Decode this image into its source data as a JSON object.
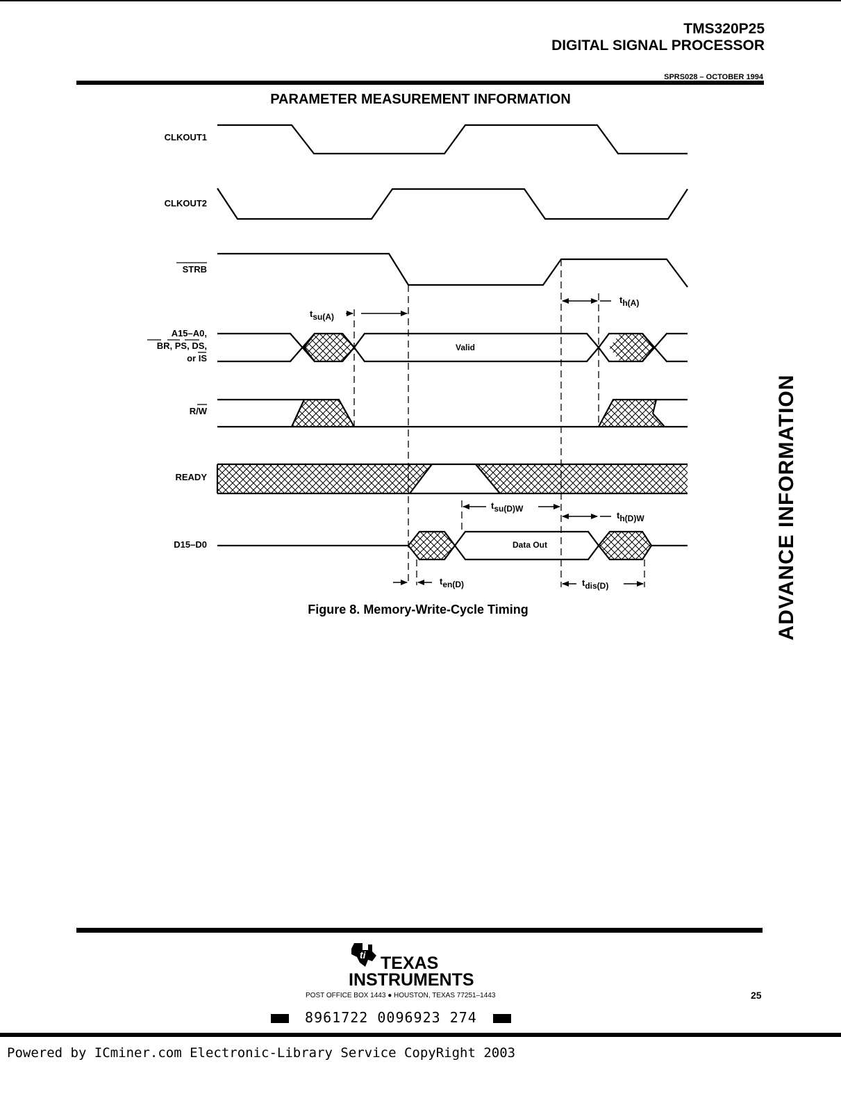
{
  "header": {
    "part_number": "TMS320P25",
    "product_name": "DIGITAL SIGNAL PROCESSOR",
    "doc_id": "SPRS028 – OCTOBER 1994"
  },
  "section_title": "PARAMETER MEASUREMENT INFORMATION",
  "side_banner": "ADVANCE INFORMATION",
  "timing_diagram": {
    "signals": [
      {
        "id": "clkout1",
        "label": "CLKOUT1"
      },
      {
        "id": "clkout2",
        "label": "CLKOUT2"
      },
      {
        "id": "strb",
        "label": "STRB",
        "overbar": true
      },
      {
        "id": "address",
        "label_lines": [
          "A15–A0,",
          "BR, PS, DS,",
          "or IS"
        ]
      },
      {
        "id": "rw",
        "label_prefix": "R/",
        "label_overbar": "W"
      },
      {
        "id": "ready",
        "label": "READY"
      },
      {
        "id": "data",
        "label": "D15–D0"
      }
    ],
    "address_state": "Valid",
    "data_state": "Data Out",
    "parameters": {
      "tsu_a": {
        "t": "t",
        "sub": "su(A)"
      },
      "th_a": {
        "t": "t",
        "sub": "h(A)"
      },
      "tsu_dw": {
        "t": "t",
        "sub": "su(D)W"
      },
      "th_dw": {
        "t": "t",
        "sub": "h(D)W"
      },
      "ten_d": {
        "t": "t",
        "sub": "en(D)"
      },
      "tdis_d": {
        "t": "t",
        "sub": "dis(D)"
      }
    }
  },
  "figure_caption": "Figure 8. Memory-Write-Cycle Timing",
  "footer": {
    "company_line1": "TEXAS",
    "company_line2": "INSTRUMENTS",
    "address_left": "POST OFFICE BOX 1443",
    "address_right": "HOUSTON, TEXAS 77251–1443",
    "page_number": "25",
    "barcode_text": "8961722 0096923 274",
    "powered_by": "Powered by ICminer.com Electronic-Library Service CopyRight 2003"
  }
}
